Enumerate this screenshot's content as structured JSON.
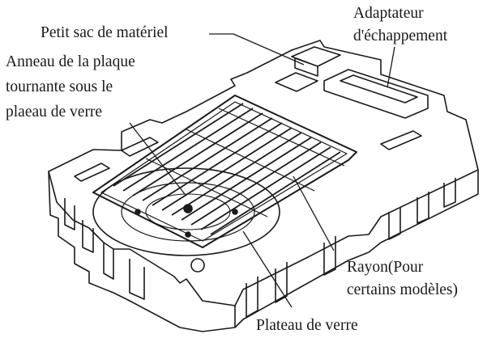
{
  "labels": {
    "small_bag": "Petit sac de matériel",
    "exhaust_adapter_line1": "Adaptateur",
    "exhaust_adapter_line2": "d'échappement",
    "turntable_ring_line1": "Anneau de la plaque",
    "turntable_ring_line2": "tournante sous le",
    "turntable_ring_line3": "plaeau de verre",
    "rack_line1": "Rayon(Pour",
    "rack_line2": "certains modèles)",
    "glass_tray": "Plateau de verre"
  },
  "colors": {
    "line": "#1a1a1a",
    "background": "#ffffff"
  }
}
